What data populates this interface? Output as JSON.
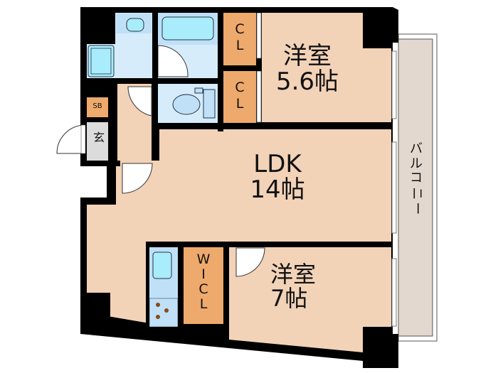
{
  "floorplan": {
    "colors": {
      "wall": "#000000",
      "room_floor": "#f2d3b8",
      "wet_area": "#d6ecfb",
      "fixture": "#a9ecfb",
      "closet": "#ee a86d",
      "closet_fill": "#eea96c",
      "entrance": "#dcdcdc",
      "balcony": "#e3d8cf"
    },
    "rooms": {
      "western_room_1": {
        "name": "洋室",
        "size": "5.6帖"
      },
      "ldk": {
        "name": "LDK",
        "size": "14帖"
      },
      "western_room_2": {
        "name": "洋室",
        "size": "7帖"
      },
      "closet_1": {
        "label_1": "C",
        "label_2": "L"
      },
      "closet_2": {
        "label_1": "C",
        "label_2": "L"
      },
      "walk_in_closet": {
        "label_1": "W",
        "label_2": "I",
        "label_3": "C",
        "label_4": "L"
      },
      "shoe_box": {
        "label": "SB"
      },
      "entrance": {
        "label": "玄"
      },
      "balcony": {
        "label_1": "バ",
        "label_2": "ル",
        "label_3": "コ",
        "label_4": "ニ",
        "label_5": "ー"
      }
    },
    "fixtures": [
      "washbasin",
      "washing-machine-pan",
      "bathtub",
      "toilet",
      "kitchen-sink",
      "stove-burners"
    ]
  }
}
